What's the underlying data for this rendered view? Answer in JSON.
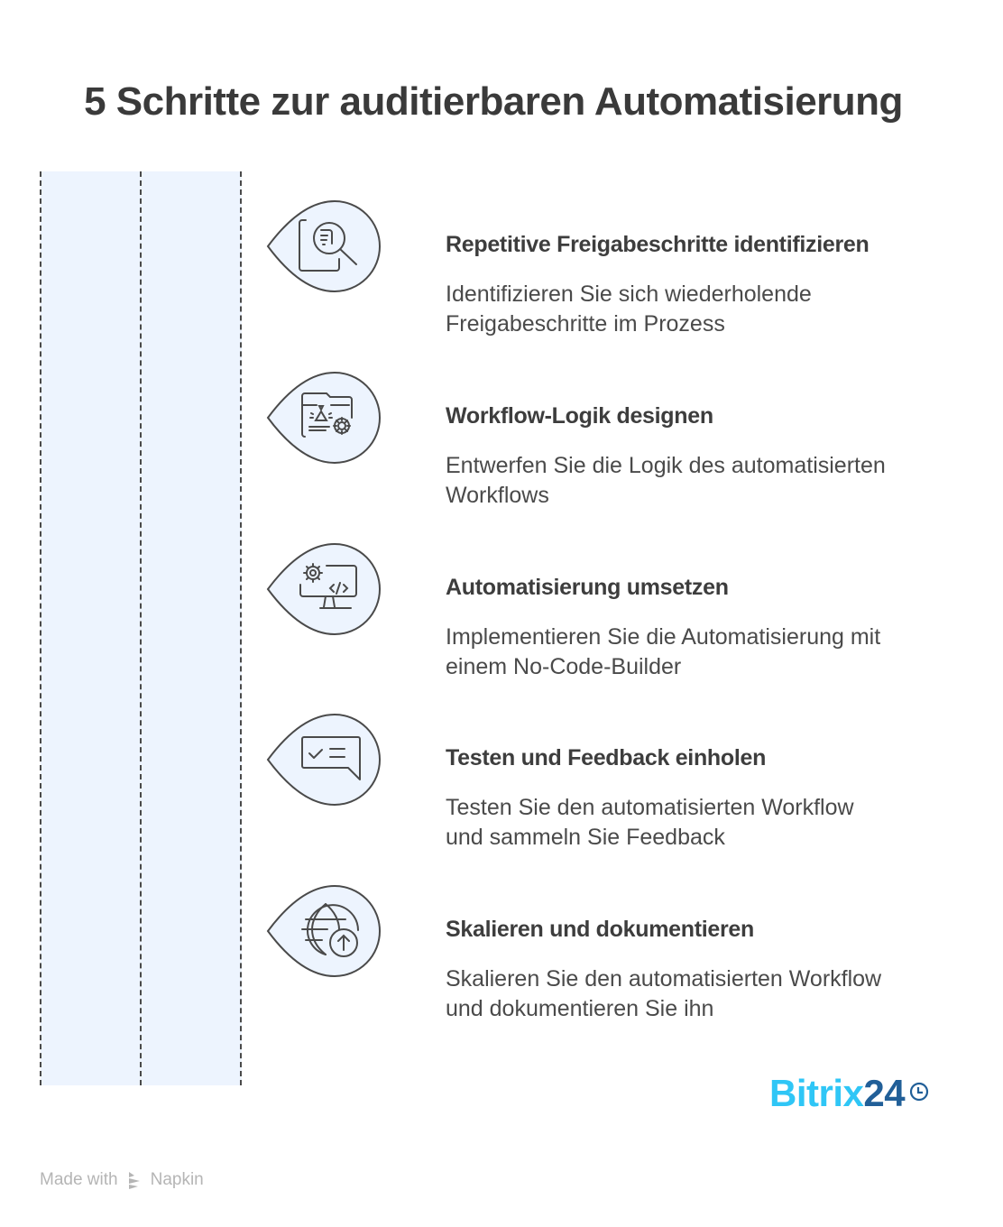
{
  "title": "5 Schritte zur auditierbaren Automatisierung",
  "colors": {
    "band": "#edf4fe",
    "icon_fill": "#edf4fe",
    "icon_stroke": "#4a4a4a",
    "brand_light": "#2fc6f6",
    "brand_dark": "#215f98",
    "text_title": "#3a3a3a",
    "footer": "#b5b5b5"
  },
  "steps": [
    {
      "icon": "document-search-icon",
      "title": "Repetitive Freigabeschritte identifizieren",
      "description_lines": [
        "Identifizieren Sie sich wiederholende",
        "Freigabeschritte im Prozess"
      ]
    },
    {
      "icon": "design-gear-icon",
      "title": "Workflow-Logik designen",
      "description_lines": [
        "Entwerfen Sie die Logik des automatisierten",
        "Workflows"
      ]
    },
    {
      "icon": "monitor-code-gear-icon",
      "title": "Automatisierung umsetzen",
      "description_lines": [
        "Implementieren Sie die Automatisierung mit",
        "einem No-Code-Builder"
      ]
    },
    {
      "icon": "chat-check-icon",
      "title": "Testen und Feedback einholen",
      "description_lines": [
        "Testen Sie den automatisierten Workflow",
        "und sammeln Sie Feedback"
      ]
    },
    {
      "icon": "globe-upload-icon",
      "title": "Skalieren und dokumentieren",
      "description_lines": [
        "Skalieren Sie den automatisierten Workflow",
        "und dokumentieren Sie ihn"
      ]
    }
  ],
  "brand": {
    "part1": "Bitrix",
    "part2": "24",
    "icon": "clock-icon"
  },
  "footer": {
    "prefix": "Made with",
    "name": "Napkin",
    "icon": "napkin-logo-icon"
  }
}
